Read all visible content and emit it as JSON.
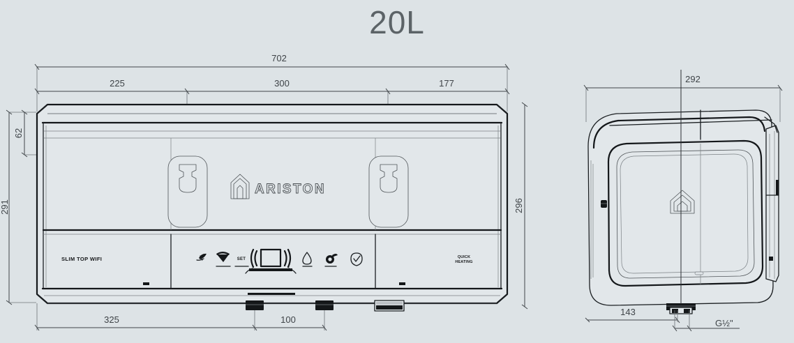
{
  "title": "20L",
  "views": {
    "front": {
      "name": "front-view",
      "brand": "ARISTON",
      "model_label": "SLIM TOP WIFI",
      "feature_label_line1": "QUICK",
      "feature_label_line2": "HEATING",
      "set_label": "SET",
      "icons": [
        "eco-leaf-icon",
        "wifi-icon",
        "set-label",
        "display-icon",
        "water-drop-icon",
        "shower-icon",
        "shield-icon"
      ],
      "dimensions": {
        "overall_width": "702",
        "segment_left": "225",
        "segment_middle": "300",
        "segment_right": "177",
        "overall_height": "291",
        "top_section_height": "62",
        "bottom_left": "325",
        "bottom_middle": "100"
      }
    },
    "side": {
      "name": "side-view",
      "dimensions": {
        "depth": "292",
        "height": "296",
        "inlet_offset": "143",
        "thread": "G½\""
      }
    }
  },
  "colors": {
    "background": "#dde3e6",
    "line": "#14171a",
    "dimension_text": "#3f4448",
    "title_text": "#5c6367",
    "body_fill": "#e2e7ea",
    "dark_fill": "#141719"
  }
}
